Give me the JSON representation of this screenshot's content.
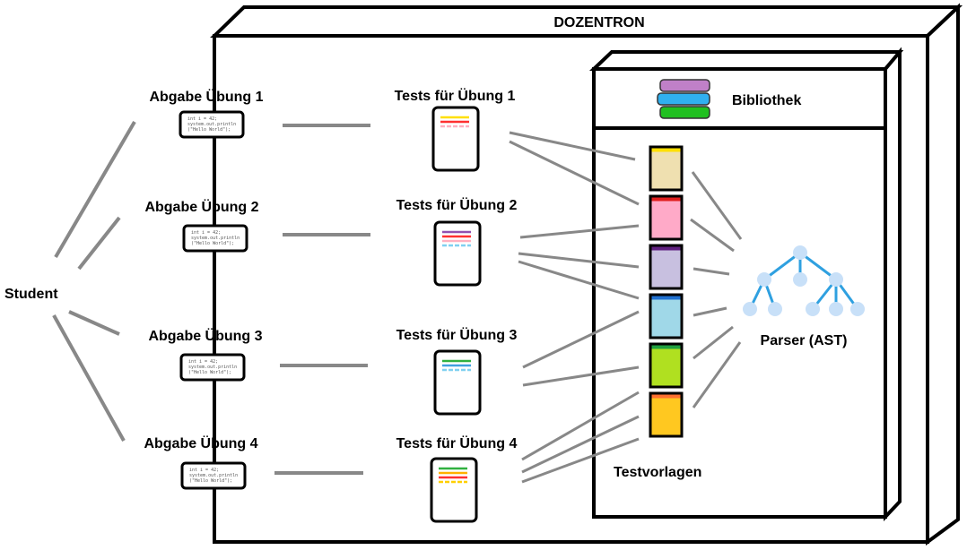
{
  "title": "DOZENTRON",
  "student_label": "Student",
  "library_label": "Bibliothek",
  "templates_label": "Testvorlagen",
  "parser_label": "Parser (AST)",
  "code_snippet": [
    "int i = 42;",
    "system.out.println",
    "(\"Hello World\");"
  ],
  "submissions": [
    {
      "label": "Abgabe Übung 1"
    },
    {
      "label": "Abgabe Übung 2"
    },
    {
      "label": "Abgabe Übung 3"
    },
    {
      "label": "Abgabe Übung 4"
    }
  ],
  "tests": [
    {
      "label": "Tests für Übung 1",
      "line_colors": [
        "#ffe000",
        "#ff3030",
        "#ffb0c0"
      ]
    },
    {
      "label": "Tests für Übung 2",
      "line_colors": [
        "#9050b0",
        "#ff3030",
        "#ffb0c0",
        "#80d0f0"
      ]
    },
    {
      "label": "Tests für Übung 3",
      "line_colors": [
        "#30b040",
        "#40a0e0",
        "#80d0f0"
      ]
    },
    {
      "label": "Tests für Übung 4",
      "line_colors": [
        "#30b040",
        "#ffb000",
        "#ff3030",
        "#ffd000"
      ]
    }
  ],
  "library_book_colors": [
    "#c080c8",
    "#30b0f0",
    "#20c020"
  ],
  "templates": [
    {
      "fill": "#efe0b0",
      "band": "#ffe000"
    },
    {
      "fill": "#ffaac8",
      "band": "#e02020"
    },
    {
      "fill": "#c8c0e0",
      "band": "#602080"
    },
    {
      "fill": "#a0d8e8",
      "band": "#2070d0"
    },
    {
      "fill": "#b0e020",
      "band": "#20a040"
    },
    {
      "fill": "#ffc820",
      "band": "#ff7030"
    }
  ],
  "colors": {
    "parser_accent": "#2fa0e0",
    "tree_node": "#c8e0f8",
    "connector": "#888888"
  }
}
